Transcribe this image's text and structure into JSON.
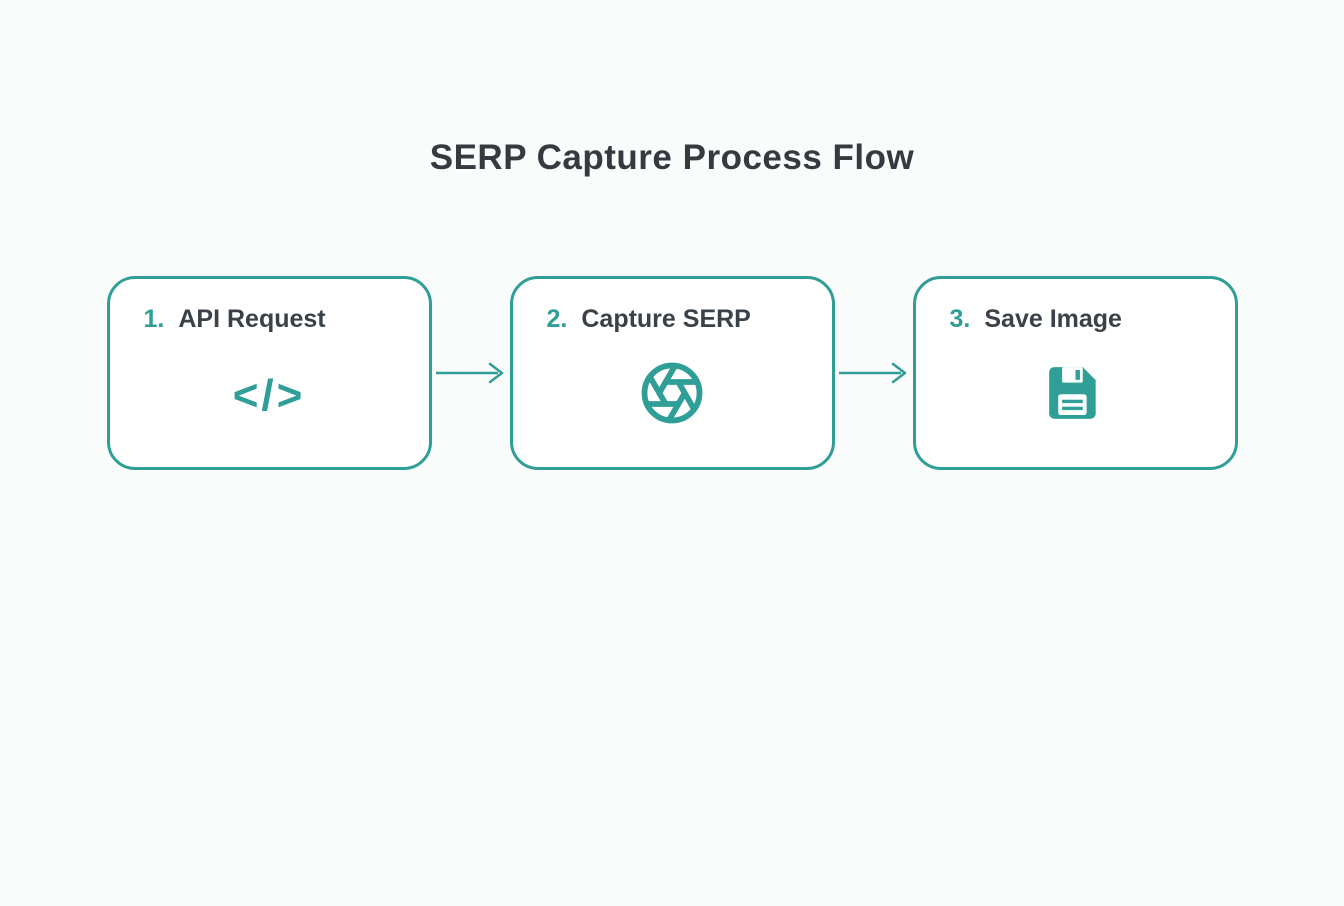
{
  "title": "SERP Capture Process Flow",
  "colors": {
    "accent": "#2f9e96",
    "text": "#343a40",
    "background": "#fafbfb",
    "box_background": "#ffffff"
  },
  "steps": [
    {
      "number": "1.",
      "label": "API Request",
      "icon": "code-icon"
    },
    {
      "number": "2.",
      "label": "Capture SERP",
      "icon": "aperture-icon"
    },
    {
      "number": "3.",
      "label": "Save Image",
      "icon": "floppy-disk-icon"
    }
  ],
  "icons": {
    "code_glyph": "</>"
  }
}
